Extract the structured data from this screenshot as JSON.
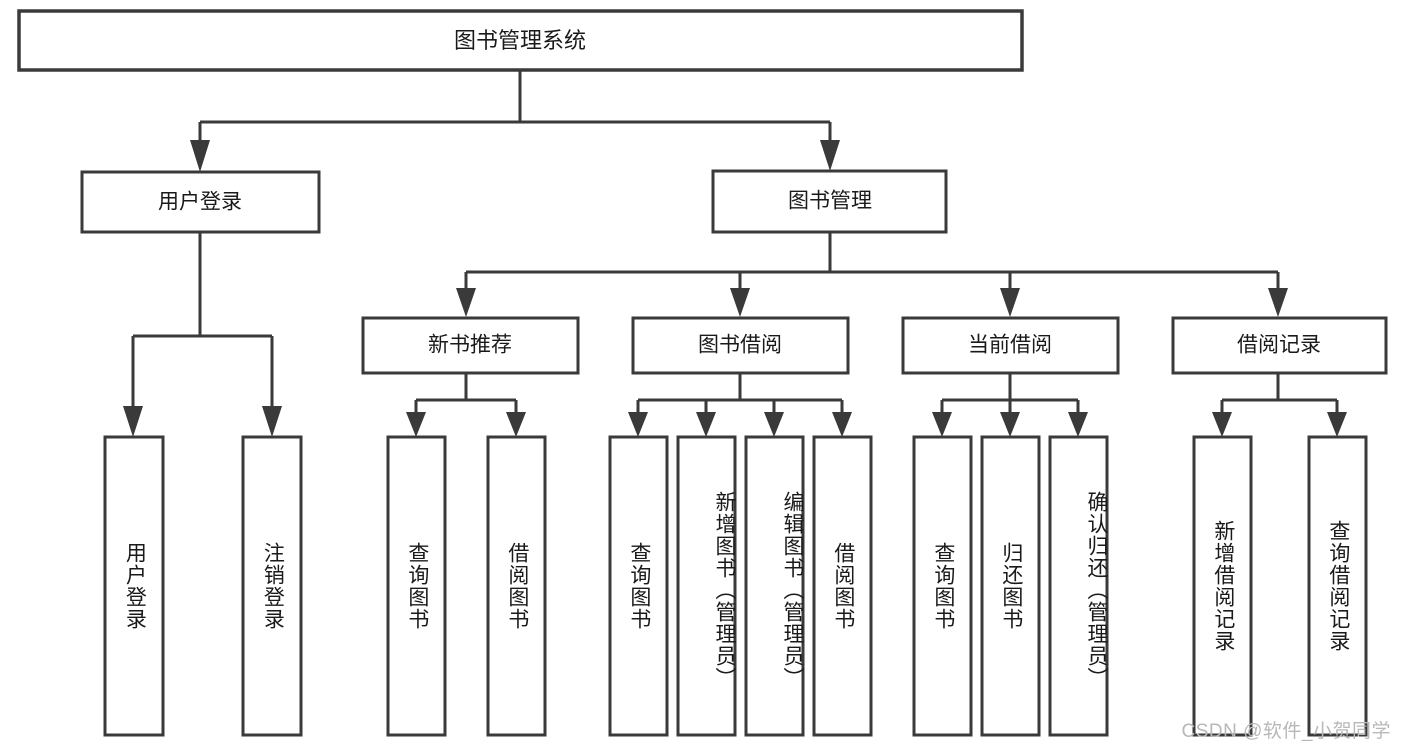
{
  "diagram": {
    "title": "图书管理系统",
    "type": "tree-hierarchy",
    "watermark": "CSDN @软件_小贺同学",
    "colors": {
      "stroke": "#3a3a3a",
      "fill": "#ffffff",
      "text": "#1a1a1a",
      "watermark": "#b8b8b8"
    },
    "root": {
      "id": "root",
      "label": "图书管理系统",
      "orientation": "horizontal"
    },
    "level1": [
      {
        "id": "user-login",
        "label": "用户登录",
        "orientation": "horizontal"
      },
      {
        "id": "book-manage",
        "label": "图书管理",
        "orientation": "horizontal"
      }
    ],
    "level2": [
      {
        "id": "new-book-recommend",
        "label": "新书推荐",
        "orientation": "horizontal",
        "parent": "book-manage"
      },
      {
        "id": "book-borrow",
        "label": "图书借阅",
        "orientation": "horizontal",
        "parent": "book-manage"
      },
      {
        "id": "current-borrow",
        "label": "当前借阅",
        "orientation": "horizontal",
        "parent": "book-manage"
      },
      {
        "id": "borrow-record",
        "label": "借阅记录",
        "orientation": "horizontal",
        "parent": "book-manage"
      }
    ],
    "leaves": [
      {
        "id": "leaf-user-login",
        "label": "用户登录",
        "orientation": "vertical",
        "parent": "user-login"
      },
      {
        "id": "leaf-user-logout",
        "label": "注销登录",
        "orientation": "vertical",
        "parent": "user-login"
      },
      {
        "id": "leaf-query-book-1",
        "label": "查询图书",
        "orientation": "vertical",
        "parent": "new-book-recommend"
      },
      {
        "id": "leaf-borrow-book-1",
        "label": "借阅图书",
        "orientation": "vertical",
        "parent": "new-book-recommend"
      },
      {
        "id": "leaf-query-book-2",
        "label": "查询图书",
        "orientation": "vertical",
        "parent": "book-borrow"
      },
      {
        "id": "leaf-add-book",
        "label": "新增图书（管理员）",
        "orientation": "vertical",
        "parent": "book-borrow"
      },
      {
        "id": "leaf-edit-book",
        "label": "编辑图书（管理员）",
        "orientation": "vertical",
        "parent": "book-borrow"
      },
      {
        "id": "leaf-borrow-book-2",
        "label": "借阅图书",
        "orientation": "vertical",
        "parent": "book-borrow"
      },
      {
        "id": "leaf-query-book-3",
        "label": "查询图书",
        "orientation": "vertical",
        "parent": "current-borrow"
      },
      {
        "id": "leaf-return-book",
        "label": "归还图书",
        "orientation": "vertical",
        "parent": "current-borrow"
      },
      {
        "id": "leaf-confirm-return",
        "label": "确认归还（管理员）",
        "orientation": "vertical",
        "parent": "current-borrow"
      },
      {
        "id": "leaf-add-record",
        "label": "新增借阅记录",
        "orientation": "vertical",
        "parent": "borrow-record"
      },
      {
        "id": "leaf-query-record",
        "label": "查询借阅记录",
        "orientation": "vertical",
        "parent": "borrow-record"
      }
    ]
  }
}
